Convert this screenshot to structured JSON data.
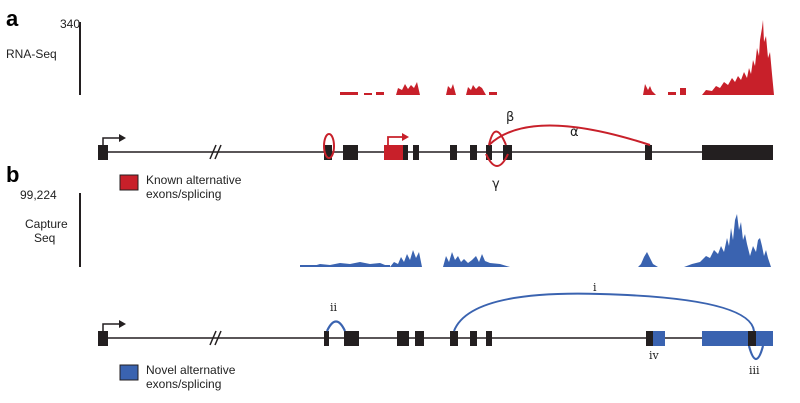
{
  "colors": {
    "known": "#c8202a",
    "novel": "#3a63b0",
    "exon": "#231f20",
    "line": "#231f20"
  },
  "panel_a": {
    "letter": "a",
    "scale_max": "340",
    "track_label": "RNA-Seq",
    "legend_label_line1": "Known alternative",
    "legend_label_line2": "exons/splicing",
    "splice_labels": [
      "β",
      "α",
      "γ"
    ]
  },
  "panel_b": {
    "letter": "b",
    "scale_max": "99,224",
    "track_label_line1": "Capture",
    "track_label_line2": "Seq",
    "legend_label_line1": "Novel alternative",
    "legend_label_line2": "exons/splicing",
    "splice_labels": [
      "i",
      "ii",
      "iii",
      "iv"
    ]
  }
}
